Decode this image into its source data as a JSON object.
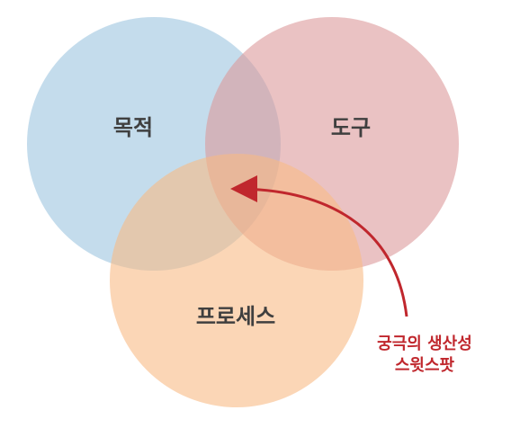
{
  "diagram": {
    "circles": [
      {
        "label": "목적",
        "color": "#9cc4e0"
      },
      {
        "label": "도구",
        "color": "#dc9a9b"
      },
      {
        "label": "프로세스",
        "color": "#f8ba86"
      }
    ],
    "annotation": {
      "line1": "궁극의 생산성",
      "line2": "스윗스팟",
      "color": "#c0272d"
    }
  }
}
